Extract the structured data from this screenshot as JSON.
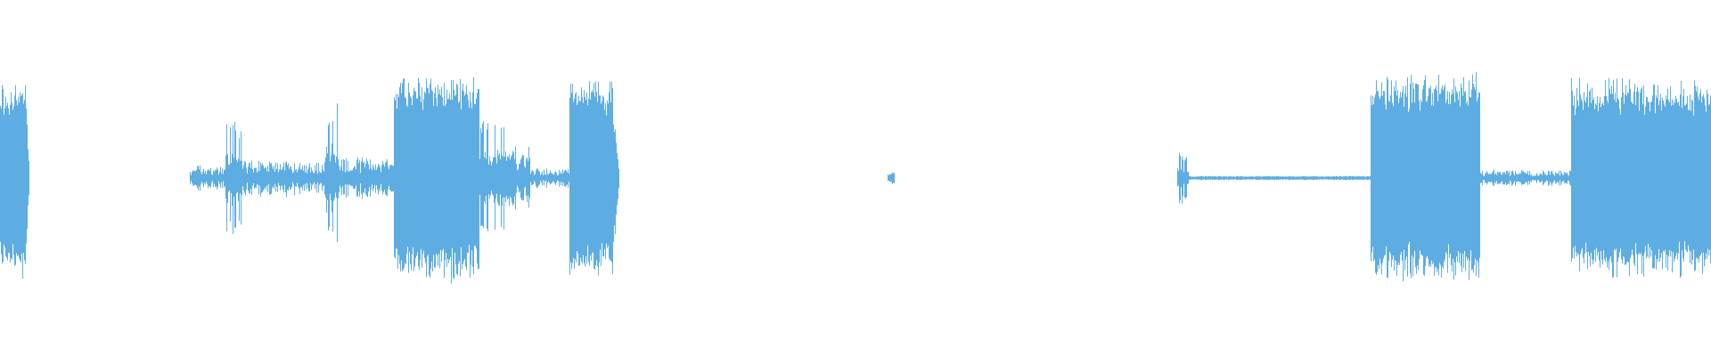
{
  "waveform": {
    "color": "#5dade2",
    "background": "#ffffff",
    "duration_fraction_visible": 1.0,
    "segments": [
      {
        "start": 0.0,
        "end": 0.017,
        "amplitude": 0.95,
        "style": "dense",
        "tail": "taper"
      },
      {
        "start": 0.111,
        "end": 0.132,
        "amplitude": 0.12,
        "style": "sparse",
        "tail": "none"
      },
      {
        "start": 0.132,
        "end": 0.141,
        "amplitude": 0.55,
        "style": "spiky",
        "tail": "none"
      },
      {
        "start": 0.141,
        "end": 0.19,
        "amplitude": 0.18,
        "style": "sparse",
        "tail": "none"
      },
      {
        "start": 0.19,
        "end": 0.198,
        "amplitude": 0.7,
        "style": "spiky",
        "tail": "none"
      },
      {
        "start": 0.198,
        "end": 0.23,
        "amplitude": 0.2,
        "style": "sparse",
        "tail": "none"
      },
      {
        "start": 0.23,
        "end": 0.28,
        "amplitude": 1.0,
        "style": "dense",
        "tail": "none"
      },
      {
        "start": 0.28,
        "end": 0.3,
        "amplitude": 0.6,
        "style": "spiky",
        "tail": "none"
      },
      {
        "start": 0.3,
        "end": 0.31,
        "amplitude": 0.3,
        "style": "sparse",
        "tail": "none"
      },
      {
        "start": 0.31,
        "end": 0.333,
        "amplitude": 0.1,
        "style": "sparse",
        "tail": "none"
      },
      {
        "start": 0.333,
        "end": 0.362,
        "amplitude": 0.95,
        "style": "dense",
        "tail": "taper"
      },
      {
        "start": 0.519,
        "end": 0.523,
        "amplitude": 0.06,
        "style": "sparse",
        "tail": "none"
      },
      {
        "start": 0.688,
        "end": 0.695,
        "amplitude": 0.25,
        "style": "spiky",
        "tail": "none"
      },
      {
        "start": 0.695,
        "end": 0.801,
        "amplitude": 0.02,
        "style": "flat",
        "tail": "none"
      },
      {
        "start": 0.801,
        "end": 0.865,
        "amplitude": 1.0,
        "style": "dense",
        "tail": "none"
      },
      {
        "start": 0.865,
        "end": 0.918,
        "amplitude": 0.08,
        "style": "sparse",
        "tail": "none"
      },
      {
        "start": 0.918,
        "end": 1.0,
        "amplitude": 0.95,
        "style": "dense",
        "tail": "none"
      }
    ]
  }
}
